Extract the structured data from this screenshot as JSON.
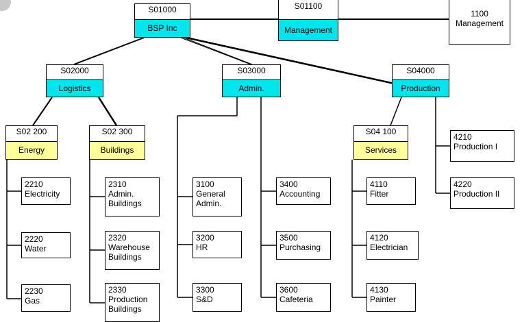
{
  "colors": {
    "cyan": "#00e5ee",
    "yellow": "#ffff99",
    "line": "#000000"
  },
  "nodes": {
    "s01000": {
      "code": "S01000",
      "name": "BSP Inc",
      "color": "#00e5ee"
    },
    "s01100": {
      "code": "S01100",
      "name": "Management",
      "color": "#00e5ee"
    },
    "s02000": {
      "code": "S02000",
      "name": "Logistics",
      "color": "#00e5ee"
    },
    "s03000": {
      "code": "S03000",
      "name": "Admin.",
      "color": "#00e5ee"
    },
    "s04000": {
      "code": "S04000",
      "name": "Production",
      "color": "#00e5ee"
    },
    "s02200": {
      "code": "S02 200",
      "name": "Energy",
      "color": "#ffff99"
    },
    "s02300": {
      "code": "S02 300",
      "name": "Buildings",
      "color": "#ffff99"
    },
    "s04100": {
      "code": "S04 100",
      "name": "Services",
      "color": "#ffff99"
    }
  },
  "leaves": {
    "l1100": [
      "1100",
      "Management"
    ],
    "l2210": [
      "2210",
      "Electricity"
    ],
    "l2220": [
      "2220",
      "Water"
    ],
    "l2230": [
      "2230",
      "Gas"
    ],
    "l2310": [
      "2310",
      "Admin.",
      "Buildings"
    ],
    "l2320": [
      "2320",
      "Warehouse",
      "Buildings"
    ],
    "l2330": [
      "2330",
      "Production",
      "Buildings"
    ],
    "l3100": [
      "3100",
      "General",
      "Admin."
    ],
    "l3200": [
      "3200",
      "HR"
    ],
    "l3300": [
      "3300",
      "S&D"
    ],
    "l3400": [
      "3400",
      "Accounting"
    ],
    "l3500": [
      "3500",
      "Purchasing"
    ],
    "l3600": [
      "3600",
      "Cafeteria"
    ],
    "l4110": [
      "4110",
      "Fitter"
    ],
    "l4120": [
      "4120",
      "Electrician"
    ],
    "l4130": [
      "4130",
      "Painter"
    ],
    "l4210": [
      "4210",
      "Production I"
    ],
    "l4220": [
      "4220",
      "Production II"
    ]
  }
}
